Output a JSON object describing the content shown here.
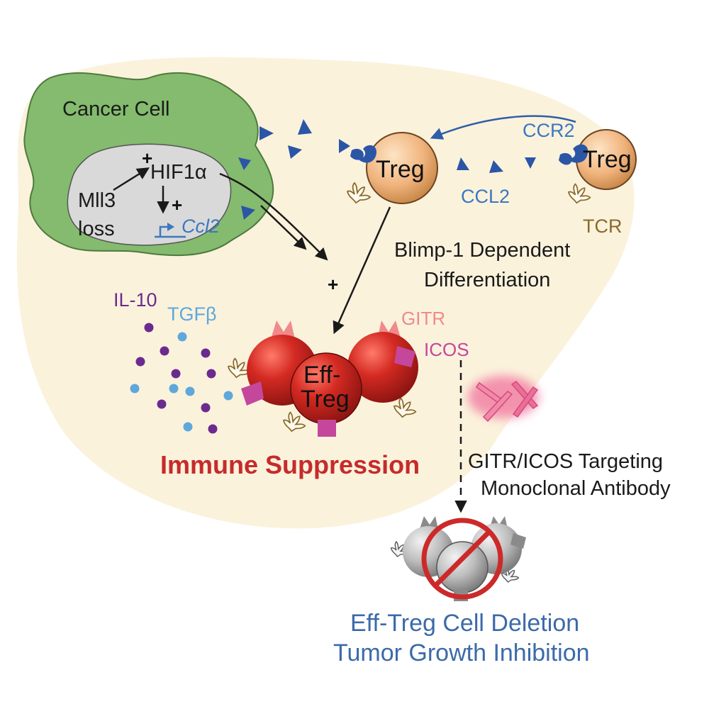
{
  "labels": {
    "cancer_cell": "Cancer Cell",
    "hif1a": "HIF1α",
    "mll3_line1": "Mll3",
    "mll3_line2": "loss",
    "ccl2_gene": "Ccl2",
    "plus_hif": "+",
    "plus_ccl2": "+",
    "plus_mid": "+",
    "treg_left": "Treg",
    "treg_right": "Treg",
    "ccr2": "CCR2",
    "ccl2": "CCL2",
    "tcr": "TCR",
    "blimp_line1": "Blimp-1 Dependent",
    "blimp_line2": "Differentiation",
    "il10": "IL-10",
    "tgfb": "TGFβ",
    "gitr": "GITR",
    "icos": "ICOS",
    "efftreg_line1": "Eff-",
    "efftreg_line2": "Treg",
    "immune_suppression": "Immune Suppression",
    "antibody_line1": "GITR/ICOS Targeting",
    "antibody_line2": "Monoclonal Antibody",
    "outcome_line1": "Eff-Treg Cell Deletion",
    "outcome_line2": "Tumor Growth Inhibition"
  },
  "colors": {
    "background_region": "#fbf2dc",
    "cancer_cell": "#84bb6e",
    "nucleus": "#d9d9d9",
    "treg": "#f0b47e",
    "eff_treg": "#d42a22",
    "ccl2_triangle": "#2b56a6",
    "il10_dot": "#6b2b8e",
    "tgfb_dot": "#5ea8dc",
    "gitr": "#f08a8a",
    "icos": "#c4479c",
    "antibody": "#f0648a",
    "no_sign": "#cc2a2a"
  },
  "icons": [
    "ccl2-triangle-icon",
    "tcr-receptor-icon",
    "ccr2-receptor-icon",
    "gitr-receptor-icon",
    "icos-receptor-icon",
    "antibody-icon",
    "no-symbol-icon"
  ]
}
